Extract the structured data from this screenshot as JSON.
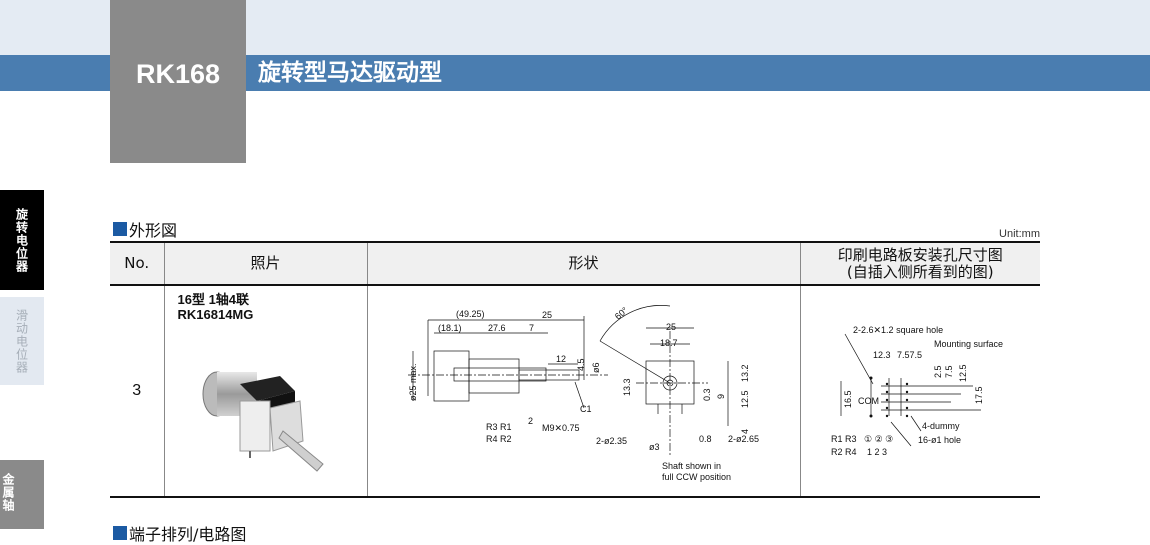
{
  "header": {
    "model": "RK168",
    "title": "旋转型马达驱动型"
  },
  "sidebar": {
    "items": [
      {
        "label": "旋转电位器",
        "active": true
      },
      {
        "label": "滑动电位器"
      },
      {
        "label": "金属轴"
      }
    ]
  },
  "section": {
    "title": "外形図",
    "unit": "Unit:mm",
    "next_title": "端子排列/电路图"
  },
  "table": {
    "headers": {
      "no": "No.",
      "photo": "照片",
      "shape": "形状",
      "pcb_line1": "印刷电路板安装孔尺寸图",
      "pcb_line2": "(自插入侧所看到的图)"
    },
    "row": {
      "no": "3",
      "product_line1": "16型 1轴4联",
      "product_line2": "RK16814MG"
    }
  },
  "drawing_side": {
    "d1": "(49.25)",
    "d2": "25",
    "d3": "(18.1)",
    "d4": "27.6",
    "d5": "7",
    "d6": "12",
    "d7": "4.5",
    "d8": "ø6",
    "d9": "ø25 max.",
    "d10": "C1",
    "d11": "R3 R1",
    "d12": "R4 R2",
    "d13": "2",
    "d14": "M9✕0.75"
  },
  "drawing_front": {
    "angle": "60°",
    "w1": "25",
    "w2": "18.7",
    "h1": "13.3",
    "h2": "13.2",
    "h3": "0.3",
    "h4": "9",
    "h5": "12.5",
    "h6": "4",
    "hole1": "2-ø2.35",
    "pitch": "0.8",
    "hole2": "2-ø2.65",
    "shaft": "ø3",
    "note1": "Shaft shown in",
    "note2": "full CCW position"
  },
  "drawing_pcb": {
    "sq": "2-2.6✕1.2 square hole",
    "mount": "Mounting surface",
    "p1": "12.3",
    "p2": "7.57.5",
    "v1": "2.5",
    "v2": "7.5",
    "v3": "12.5",
    "v4": "16.5",
    "com": "COM",
    "v5": "17.5",
    "dummy": "4-dummy",
    "r13": "R1 R3",
    "c123": "① ② ③",
    "holes": "16-ø1 hole",
    "r24": "R2 R4",
    "n123": "1  2  3"
  }
}
